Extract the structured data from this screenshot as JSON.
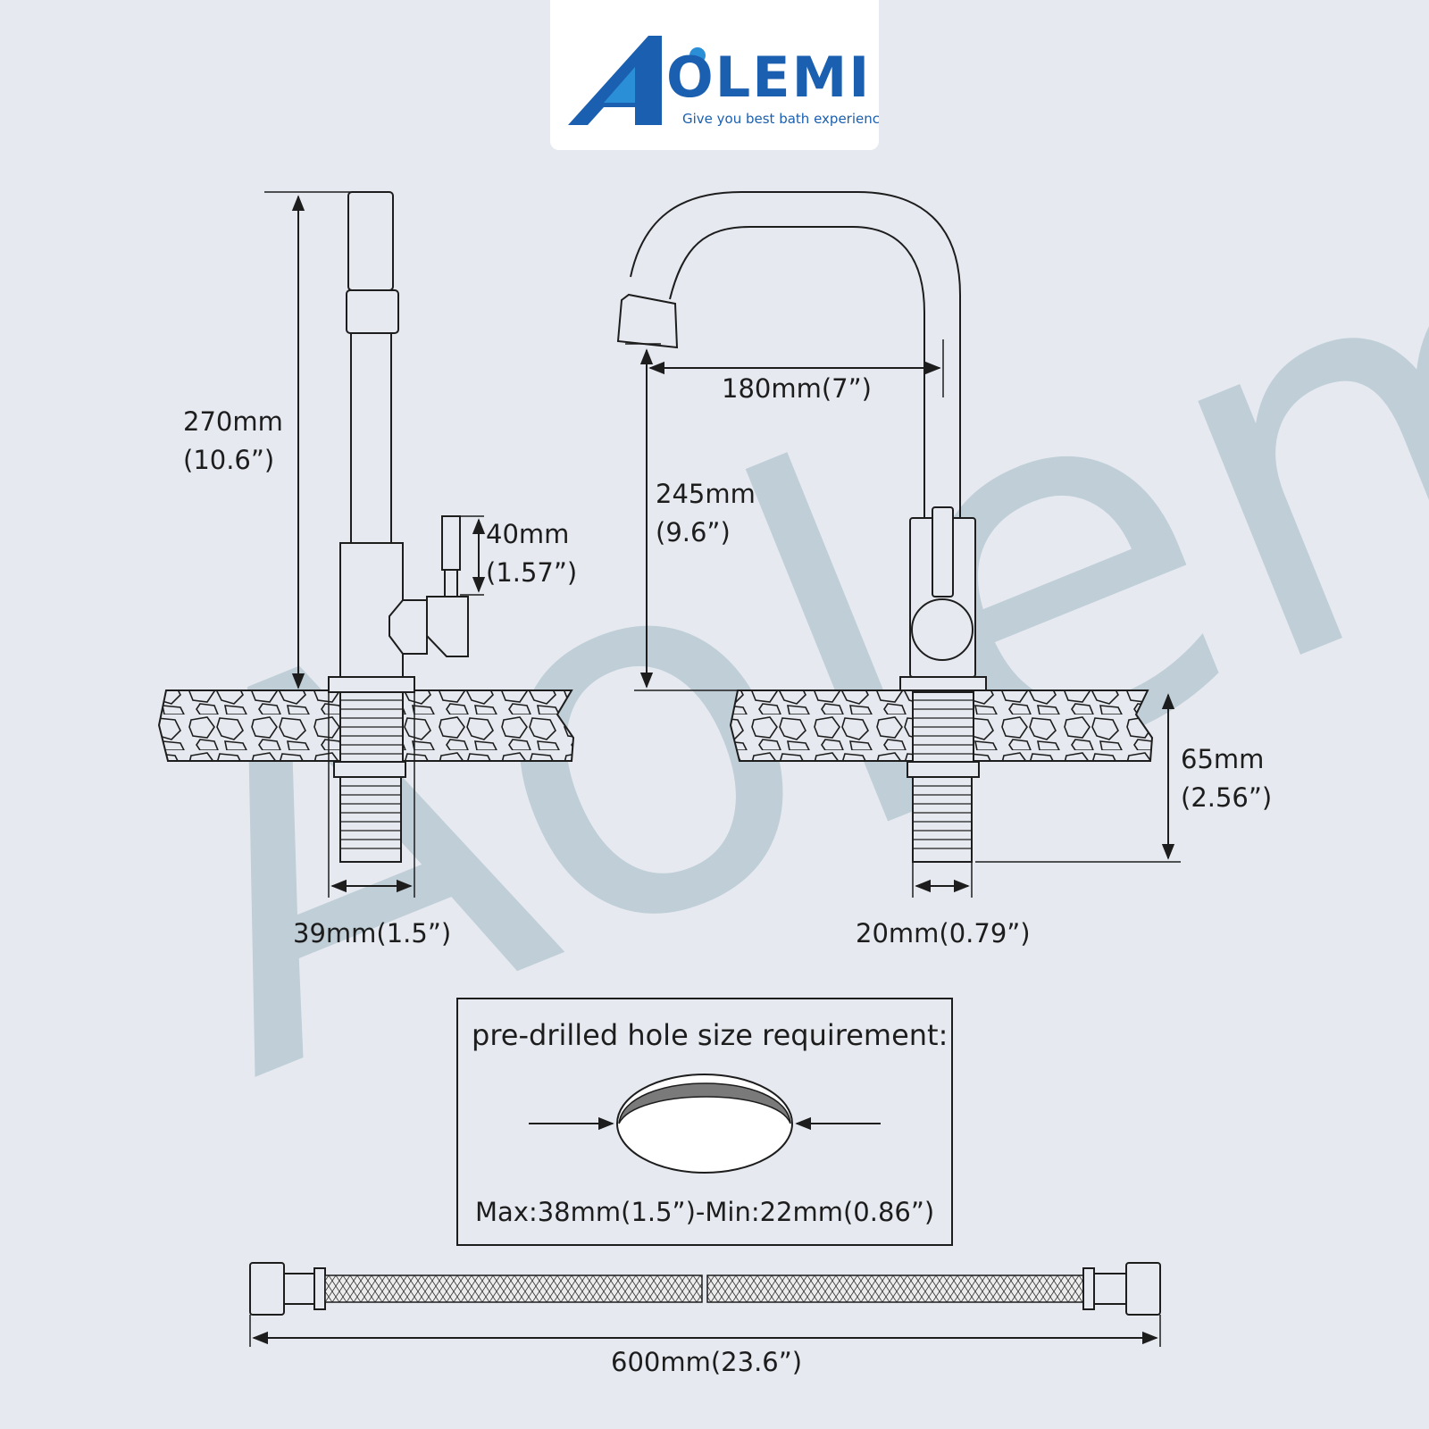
{
  "brand": {
    "name": "OLEMI",
    "initial": "A",
    "tagline": "Give you best bath experience",
    "watermark": "Aolemi",
    "colors": {
      "primary": "#1a5fb0",
      "accent": "#2b8fd8",
      "watermark": "#b9cad3"
    }
  },
  "side_view": {
    "height_label_mm": "270mm",
    "height_label_in": "(10.6”)",
    "handle_label_mm": "40mm",
    "handle_label_in": "(1.57”)",
    "base_label": "39mm(1.5”)"
  },
  "front_view": {
    "reach_label": "180mm(7”)",
    "spout_label_mm": "245mm",
    "spout_label_in": "(9.6”)",
    "shank_label_mm": "65mm",
    "shank_label_in": "(2.56”)",
    "shank_width_label": "20mm(0.79”)"
  },
  "hole_box": {
    "title": "pre-drilled hole size requirement:",
    "range": "Max:38mm(1.5”)-Min:22mm(0.86”)"
  },
  "hose": {
    "length_label": "600mm(23.6”)"
  }
}
